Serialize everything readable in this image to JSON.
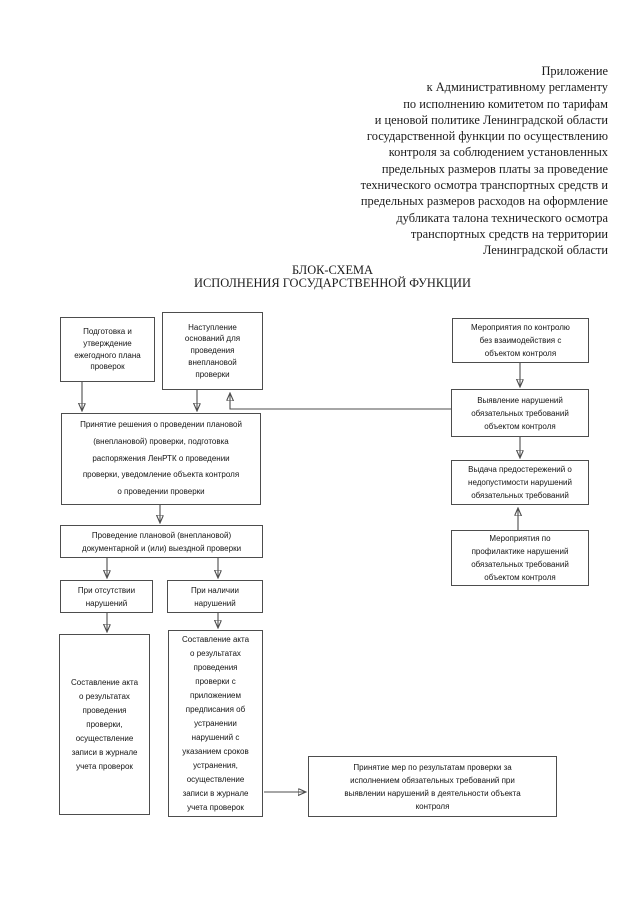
{
  "document": {
    "appendix_note": "Приложение\nк Административному регламенту\nпо исполнению комитетом по тарифам\nи ценовой политике Ленинградской области\nгосударственной функции по осуществлению\nконтроля за соблюдением установленных\nпредельных размеров платы за проведение\nтехнического осмотра транспортных средств и\nпредельных размеров расходов на оформление\nдубликата талона технического осмотра\nтранспортных средств на территории\nЛенинградской области",
    "title": "БЛОК-СХЕМА\nИСПОЛНЕНИЯ ГОСУДАРСТВЕННОЙ ФУНКЦИИ"
  },
  "flowchart": {
    "boxes": {
      "annual_plan": {
        "text": "Подготовка и\nутверждение\nежегодного плана\nпроверок"
      },
      "unscheduled_grounds": {
        "text": "Наступление\nоснований для\nпроведения\nвнеплановой\nпроверки"
      },
      "control_no_interaction": {
        "text": "Мероприятия по контролю\nбез взаимодействия с\nобъектом контроля"
      },
      "violations_detection": {
        "text": "Выявление нарушений\nобязательных требований\nобъектом контроля"
      },
      "inspection_decision": {
        "text": "Принятие решения о проведении плановой\n(внеплановой) проверки, подготовка\nраспоряжения ЛенРТК о проведении\nпроверки, уведомление объекта контроля\nо проведении проверки"
      },
      "warnings_issue": {
        "text": "Выдача предостережений о\nнедопустимости нарушений\nобязательных требований"
      },
      "prevention_measures": {
        "text": "Мероприятия по\nпрофилактике нарушений\nобязательных требований\nобъектом контроля"
      },
      "inspection_conduct": {
        "text": "Проведение плановой (внеплановой)\nдокументарной и (или) выездной проверки"
      },
      "no_violations": {
        "text": "При отсутствии\nнарушений"
      },
      "violations_found": {
        "text": "При наличии\nнарушений"
      },
      "act_no_violations": {
        "text": "Составление акта\nо результатах\nпроведения\nпроверки,\nосуществление\nзаписи в журнале\nучета проверок"
      },
      "act_with_order": {
        "text": "Составление акта\nо результатах\nпроведения\nпроверки с\nприложением\nпредписания об\nустранении\nнарушений с\nуказанием сроков\nустранения,\nосуществление\nзаписи в журнале\nучета проверок"
      },
      "measures_taken": {
        "text": "Принятие мер по результатам проверки за\nисполнением обязательных требований при\nвыявлении нарушений в деятельности объекта\nконтроля"
      }
    }
  },
  "colors": {
    "background": "#ffffff",
    "line": "#4d4d4d",
    "text": "#141414"
  }
}
